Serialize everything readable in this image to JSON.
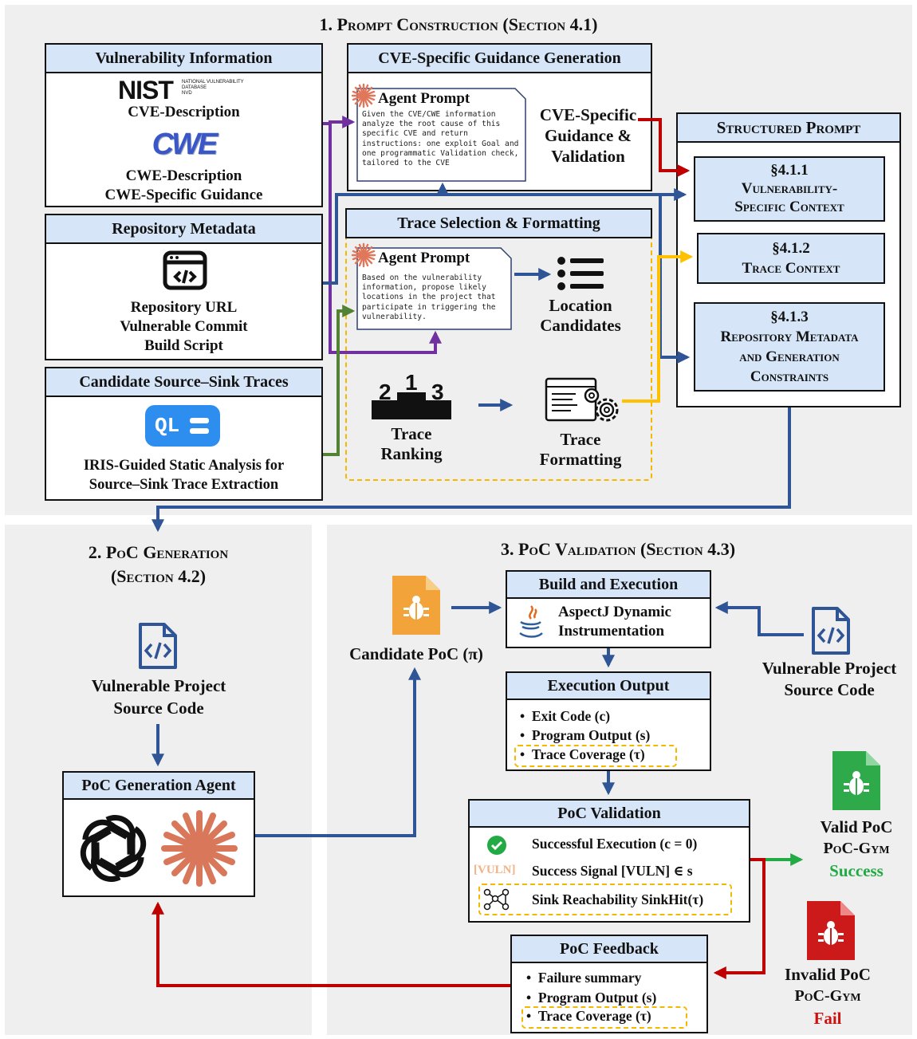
{
  "sections": {
    "s1": "1. Prompt Construction (Section 4.1)",
    "s2_line1": "2. PoC Generation",
    "s2_line2": "(Section 4.2)",
    "s3": "3. PoC Validation (Section 4.3)"
  },
  "vuln_info": {
    "header": "Vulnerability Information",
    "nist_logo": "NIST",
    "nist_sub": [
      "NATIONAL VULNERABILITY",
      "DATABASE",
      "NVD"
    ],
    "cve_desc": "CVE-Description",
    "cwe_logo": "CWE",
    "cwe_desc": "CWE-Description",
    "cwe_guidance": "CWE-Specific Guidance"
  },
  "repo_meta": {
    "header": "Repository Metadata",
    "lines": [
      "Repository URL",
      "Vulnerable Commit",
      "Build Script"
    ]
  },
  "traces": {
    "header": "Candidate Source–Sink Traces",
    "ql_icon": "QL",
    "line1": "IRIS-Guided Static Analysis for",
    "line2": "Source–Sink Trace Extraction"
  },
  "cve_guidance": {
    "header": "CVE-Specific Guidance Generation",
    "prompt_title": "Agent Prompt",
    "prompt_text": "Given the CVE/CWE information analyze the root cause of this specific CVE and return instructions: one exploit Goal and one programmatic Validation check, tailored to the CVE",
    "output_line1": "CVE-Specific",
    "output_line2": "Guidance &",
    "output_line3": "Validation"
  },
  "trace_sel": {
    "header": "Trace Selection & Formatting",
    "prompt_title": "Agent Prompt",
    "prompt_text": "Based on the vulnerability information, propose likely locations in the project that participate in triggering the vulnerability.",
    "loc_line1": "Location",
    "loc_line2": "Candidates",
    "rank_line1": "Trace",
    "rank_line2": "Ranking",
    "podium": [
      "2",
      "1",
      "3"
    ],
    "fmt_line1": "Trace",
    "fmt_line2": "Formatting"
  },
  "structured": {
    "header": "Structured Prompt",
    "b1_num": "§4.1.1",
    "b1_l1": "Vulnerability-",
    "b1_l2": "Specific Context",
    "b2_num": "§4.1.2",
    "b2_l1": "Trace Context",
    "b3_num": "§4.1.3",
    "b3_l1": "Repository Metadata",
    "b3_l2": "and Generation",
    "b3_l3": "Constraints"
  },
  "gen": {
    "src_line1": "Vulnerable Project",
    "src_line2": "Source Code",
    "agent_header": "PoC Generation Agent"
  },
  "val": {
    "candidate": "Candidate PoC (π)",
    "build_header": "Build and Execution",
    "aspectj_l1": "AspectJ Dynamic",
    "aspectj_l2": "Instrumentation",
    "src_line1": "Vulnerable Project",
    "src_line2": "Source Code",
    "exec_header": "Execution Output",
    "exec_items": [
      "Exit Code (c)",
      "Program Output (s)",
      "Trace Coverage (τ)"
    ],
    "pv_header": "PoC Validation",
    "pv_row1": "Successful Execution (c = 0)",
    "pv_row2": "Success Signal [VULN] ∈ s",
    "pv_vuln_tag": "[VULN]",
    "pv_row3": "Sink Reachability SinkHit(τ)",
    "fb_header": "PoC Feedback",
    "fb_items": [
      "Failure summary",
      "Program Output (s)",
      "Trace Coverage (τ)"
    ],
    "valid_l1": "Valid PoC",
    "valid_l2": "PoC-Gym",
    "valid_l3": "Success",
    "invalid_l1": "Invalid PoC",
    "invalid_l2": "PoC-Gym",
    "invalid_l3": "Fail"
  },
  "colors": {
    "panel": "#efefef",
    "header_fill": "#d6e6f8",
    "arrow_blue": "#2f5597",
    "arrow_purple": "#7030a0",
    "arrow_green": "#548235",
    "arrow_red": "#c00000",
    "arrow_yellow": "#ffc000",
    "success_green": "#22aa44",
    "fail_red": "#cc1111"
  }
}
